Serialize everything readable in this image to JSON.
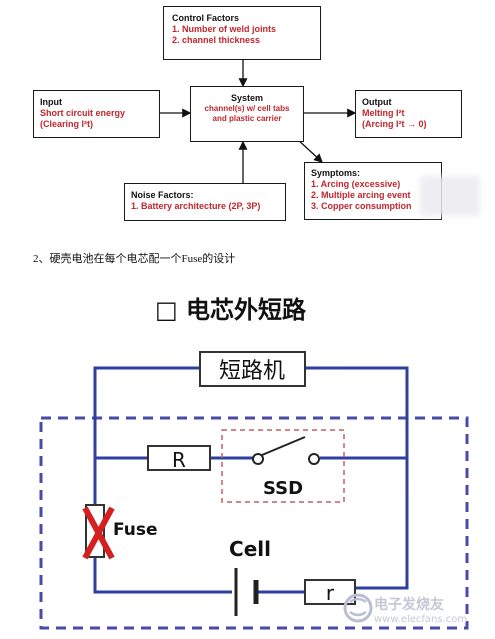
{
  "top_diagram": {
    "control": {
      "title": "Control Factors",
      "items": [
        "1.    Number of weld joints",
        "2.        channel thickness"
      ]
    },
    "input": {
      "title": "Input",
      "lines": [
        "Short circuit energy",
        "(Clearing I²t)"
      ]
    },
    "system": {
      "title": "System",
      "lines": [
        "channel(s) w/ cell tabs",
        "and plastic carrier"
      ]
    },
    "output": {
      "title": "Output",
      "lines": [
        "Melting I²t",
        "(Arcing I²t → 0)"
      ]
    },
    "symptoms": {
      "title": "Symptoms:",
      "items": [
        "1.   Arcing (excessive)",
        "2.   Multiple arcing event",
        "3.   Copper consumption"
      ]
    },
    "noise": {
      "title": "Noise Factors:",
      "item": "1. Battery architecture (2P, 3P)"
    }
  },
  "caption": "2、硬壳电池在每个电芯配一个Fuse的设计",
  "circuit": {
    "heading": "□ 电芯外短路",
    "short_circuit_machine": "短路机",
    "resistor_R": "R",
    "switch_label": "SSD",
    "fuse_label": "Fuse",
    "cell_label": "Cell",
    "resistor_r": "r"
  },
  "watermark": {
    "text": "电子发烧友",
    "url": "www.elecfans.com"
  },
  "colors": {
    "wire": "#2f3fa0",
    "arrow": "#e03030",
    "fuse_x": "#d42020",
    "dashed": "#4a4aa8"
  }
}
